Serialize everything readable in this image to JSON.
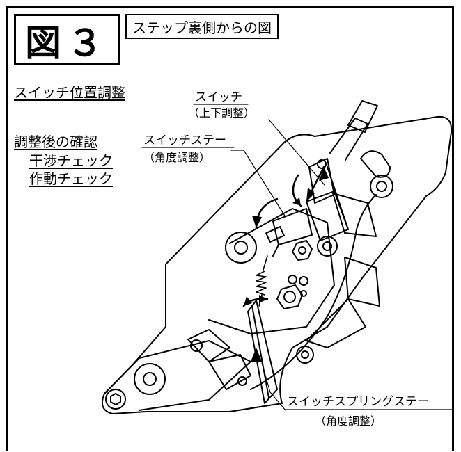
{
  "figure": {
    "number_label": "図３",
    "view_caption": "ステップ裏側からの図"
  },
  "notes": {
    "switch_position": "スイッチ位置調整",
    "check_title": "調整後の確認",
    "check_items": [
      "干渉チェック",
      "作動チェック"
    ]
  },
  "callouts": {
    "switch": {
      "name": "スイッチ",
      "detail": "（上下調整）"
    },
    "switch_stay": {
      "name": "スイッチステー",
      "detail": "（角度調整）"
    },
    "spring_stay": {
      "name": "スイッチスプリングステー",
      "detail": "（角度調整）"
    }
  },
  "colors": {
    "line": "#000000",
    "background": "#ffffff"
  }
}
